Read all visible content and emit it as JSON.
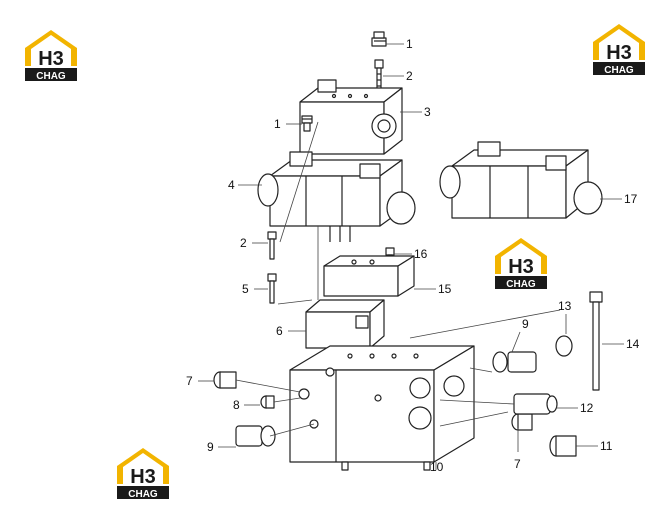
{
  "logo": {
    "mark": "H3",
    "text": "CHAG",
    "colors": {
      "roof": "#f2b400",
      "dark": "#1a1a1a",
      "white": "#ffffff"
    }
  },
  "callouts": [
    {
      "id": "c1a",
      "label": "1"
    },
    {
      "id": "c2a",
      "label": "2"
    },
    {
      "id": "c3",
      "label": "3"
    },
    {
      "id": "c1b",
      "label": "1"
    },
    {
      "id": "c4",
      "label": "4"
    },
    {
      "id": "c17",
      "label": "17"
    },
    {
      "id": "c2b",
      "label": "2"
    },
    {
      "id": "c16",
      "label": "16"
    },
    {
      "id": "c5",
      "label": "5"
    },
    {
      "id": "c15",
      "label": "15"
    },
    {
      "id": "c13",
      "label": "13"
    },
    {
      "id": "c9a",
      "label": "9"
    },
    {
      "id": "c14",
      "label": "14"
    },
    {
      "id": "c6",
      "label": "6"
    },
    {
      "id": "c7a",
      "label": "7"
    },
    {
      "id": "c8",
      "label": "8"
    },
    {
      "id": "c12",
      "label": "12"
    },
    {
      "id": "c9b",
      "label": "9"
    },
    {
      "id": "c11",
      "label": "11"
    },
    {
      "id": "c10",
      "label": "10"
    },
    {
      "id": "c7b",
      "label": "7"
    }
  ]
}
